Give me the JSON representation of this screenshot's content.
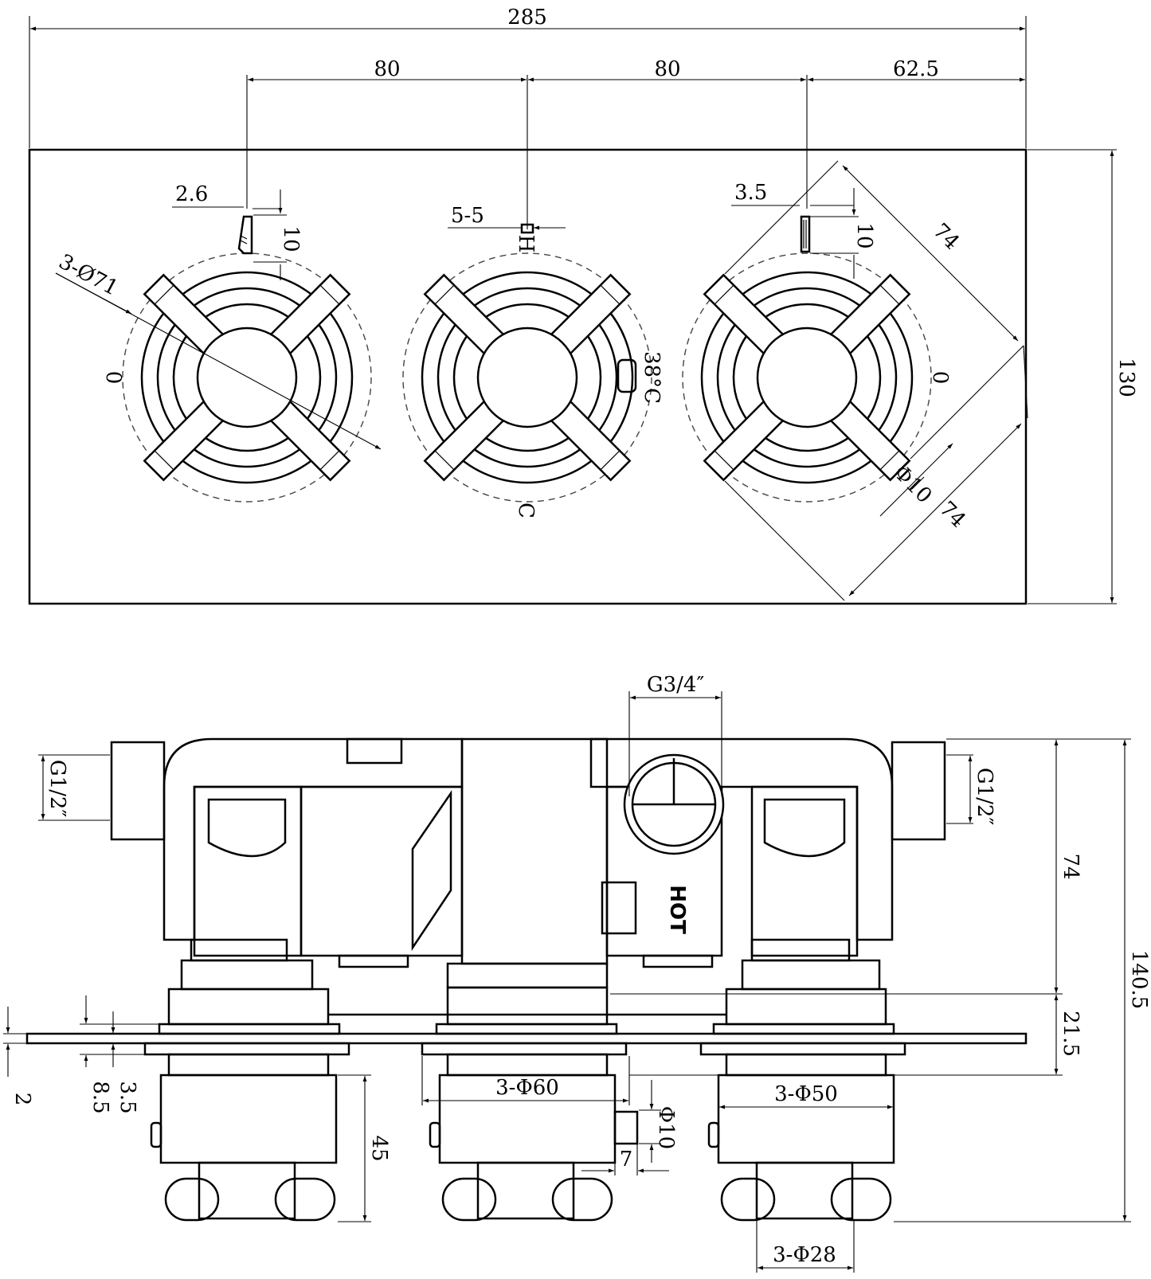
{
  "top_view": {
    "width_total": "285",
    "spacing_1": "80",
    "spacing_2": "80",
    "spacing_right": "62.5",
    "height": "130",
    "lever_left_w": "2.6",
    "lever_left_h": "10",
    "mark_center_w": "5-5",
    "mark_right_w": "3.5",
    "mark_right_h": "10",
    "diag_top": "74",
    "diag_bottom": "74",
    "circle_dia": "3-Ø71",
    "pin_dia": "Φ10",
    "label_h": "H",
    "label_c": "C",
    "label_temp": "38°C",
    "label_zero_left": "0",
    "label_zero_right": "0"
  },
  "side_view": {
    "inlet_left": "G1/2″",
    "inlet_right": "G1/2″",
    "outlet": "G3/4″",
    "label_hot": "HOT",
    "depth_body": "74",
    "depth_total": "140.5",
    "depth_front": "21.5",
    "plate_t": "2",
    "dim_35": "3.5",
    "dim_85": "8.5",
    "dim_45": "45",
    "dia_60": "3-Φ60",
    "dia_50": "3-Φ50",
    "dia_28": "3-Φ28",
    "pin_dia": "Φ10",
    "pin_len": "7"
  }
}
